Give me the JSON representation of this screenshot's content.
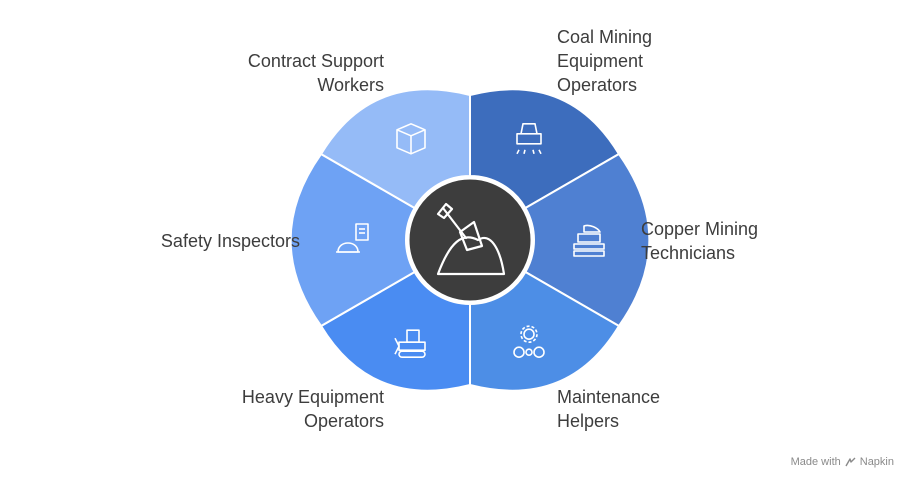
{
  "center_icon": "shovel-mound-icon",
  "segments": [
    {
      "id": "coal",
      "lines": [
        "Coal Mining",
        "Equipment",
        "Operators"
      ],
      "color": "#3d6dbd",
      "icon": "coal-excavator-icon"
    },
    {
      "id": "copper",
      "lines": [
        "Copper Mining",
        "Technicians"
      ],
      "color": "#4f80d2",
      "icon": "drilling-machine-icon"
    },
    {
      "id": "maintenance",
      "lines": [
        "Maintenance",
        "Helpers"
      ],
      "color": "#4d8ee6",
      "icon": "gear-tools-icon"
    },
    {
      "id": "heavy",
      "lines": [
        "Heavy Equipment",
        "Operators"
      ],
      "color": "#4a8cf2",
      "icon": "bulldozer-icon"
    },
    {
      "id": "safety",
      "lines": [
        "Safety Inspectors"
      ],
      "color": "#6ea2f4",
      "icon": "hardhat-clipboard-icon"
    },
    {
      "id": "contract",
      "lines": [
        "Contract Support",
        "Workers"
      ],
      "color": "#95bbf7",
      "icon": "box-icon"
    }
  ],
  "colors": {
    "center": "#3d3d3d",
    "text": "#3d3d3d"
  },
  "watermark": {
    "prefix": "Made with",
    "brand": "Napkin",
    "icon": "napkin-logo-icon"
  }
}
